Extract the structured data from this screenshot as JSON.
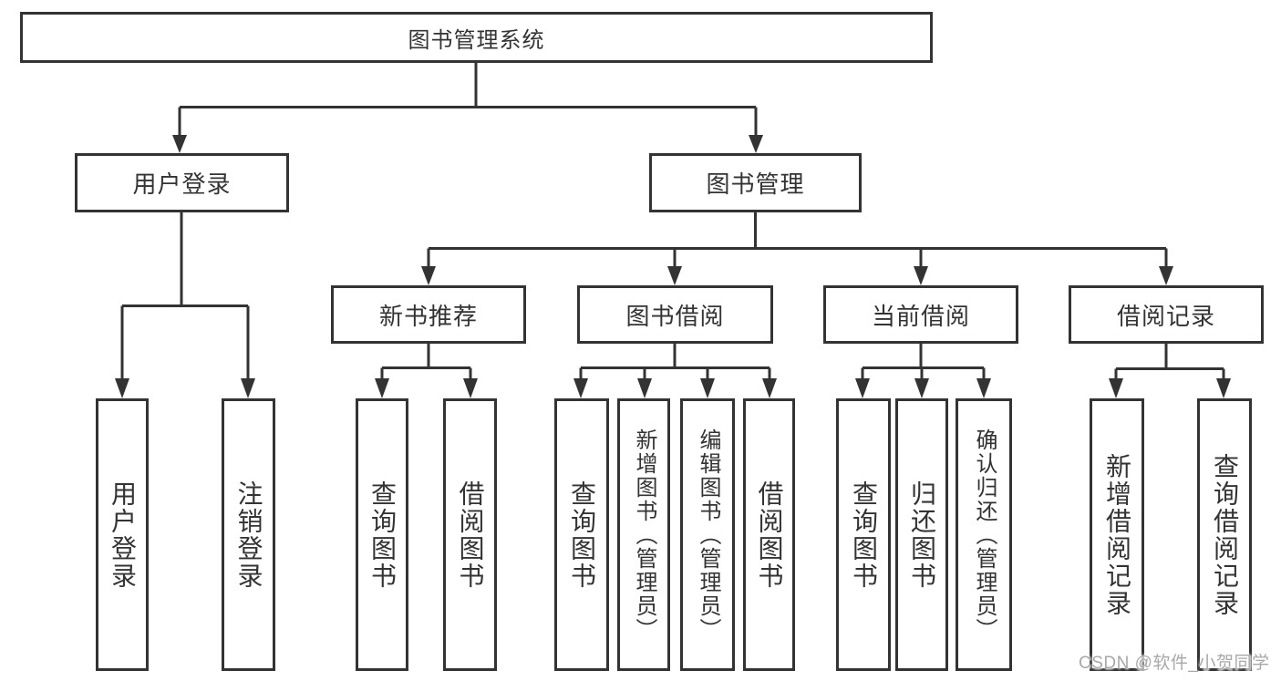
{
  "tree": {
    "label": "图书管理系统",
    "children": [
      {
        "label": "用户登录",
        "children": [
          {
            "label": "用户登录"
          },
          {
            "label": "注销登录"
          }
        ]
      },
      {
        "label": "图书管理",
        "children": [
          {
            "label": "新书推荐",
            "children": [
              {
                "label": "查询图书"
              },
              {
                "label": "借阅图书"
              }
            ]
          },
          {
            "label": "图书借阅",
            "children": [
              {
                "label": "查询图书"
              },
              {
                "label": "新增图书（管理员）"
              },
              {
                "label": "编辑图书（管理员）"
              },
              {
                "label": "借阅图书"
              }
            ]
          },
          {
            "label": "当前借阅",
            "children": [
              {
                "label": "查询图书"
              },
              {
                "label": "归还图书"
              },
              {
                "label": "确认归还（管理员）"
              }
            ]
          },
          {
            "label": "借阅记录",
            "children": [
              {
                "label": "新增借阅记录"
              },
              {
                "label": "查询借阅记录"
              }
            ]
          }
        ]
      }
    ]
  },
  "watermark": "CSDN @软件_小贺同学",
  "colors": {
    "line": "#333333",
    "text": "#333333",
    "box_background": "#ffffff",
    "watermark": "#a8a8a8"
  }
}
